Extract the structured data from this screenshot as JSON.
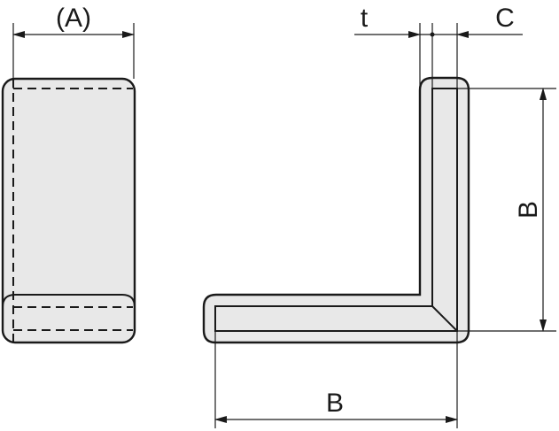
{
  "labels": {
    "width_a": "(A)",
    "thickness_t": "t",
    "coating_c": "C",
    "leg_b_vertical": "B",
    "leg_b_horizontal": "B"
  },
  "colors": {
    "line": "#1a1a1a",
    "fill": "#e8e8e8",
    "background": "#ffffff"
  }
}
